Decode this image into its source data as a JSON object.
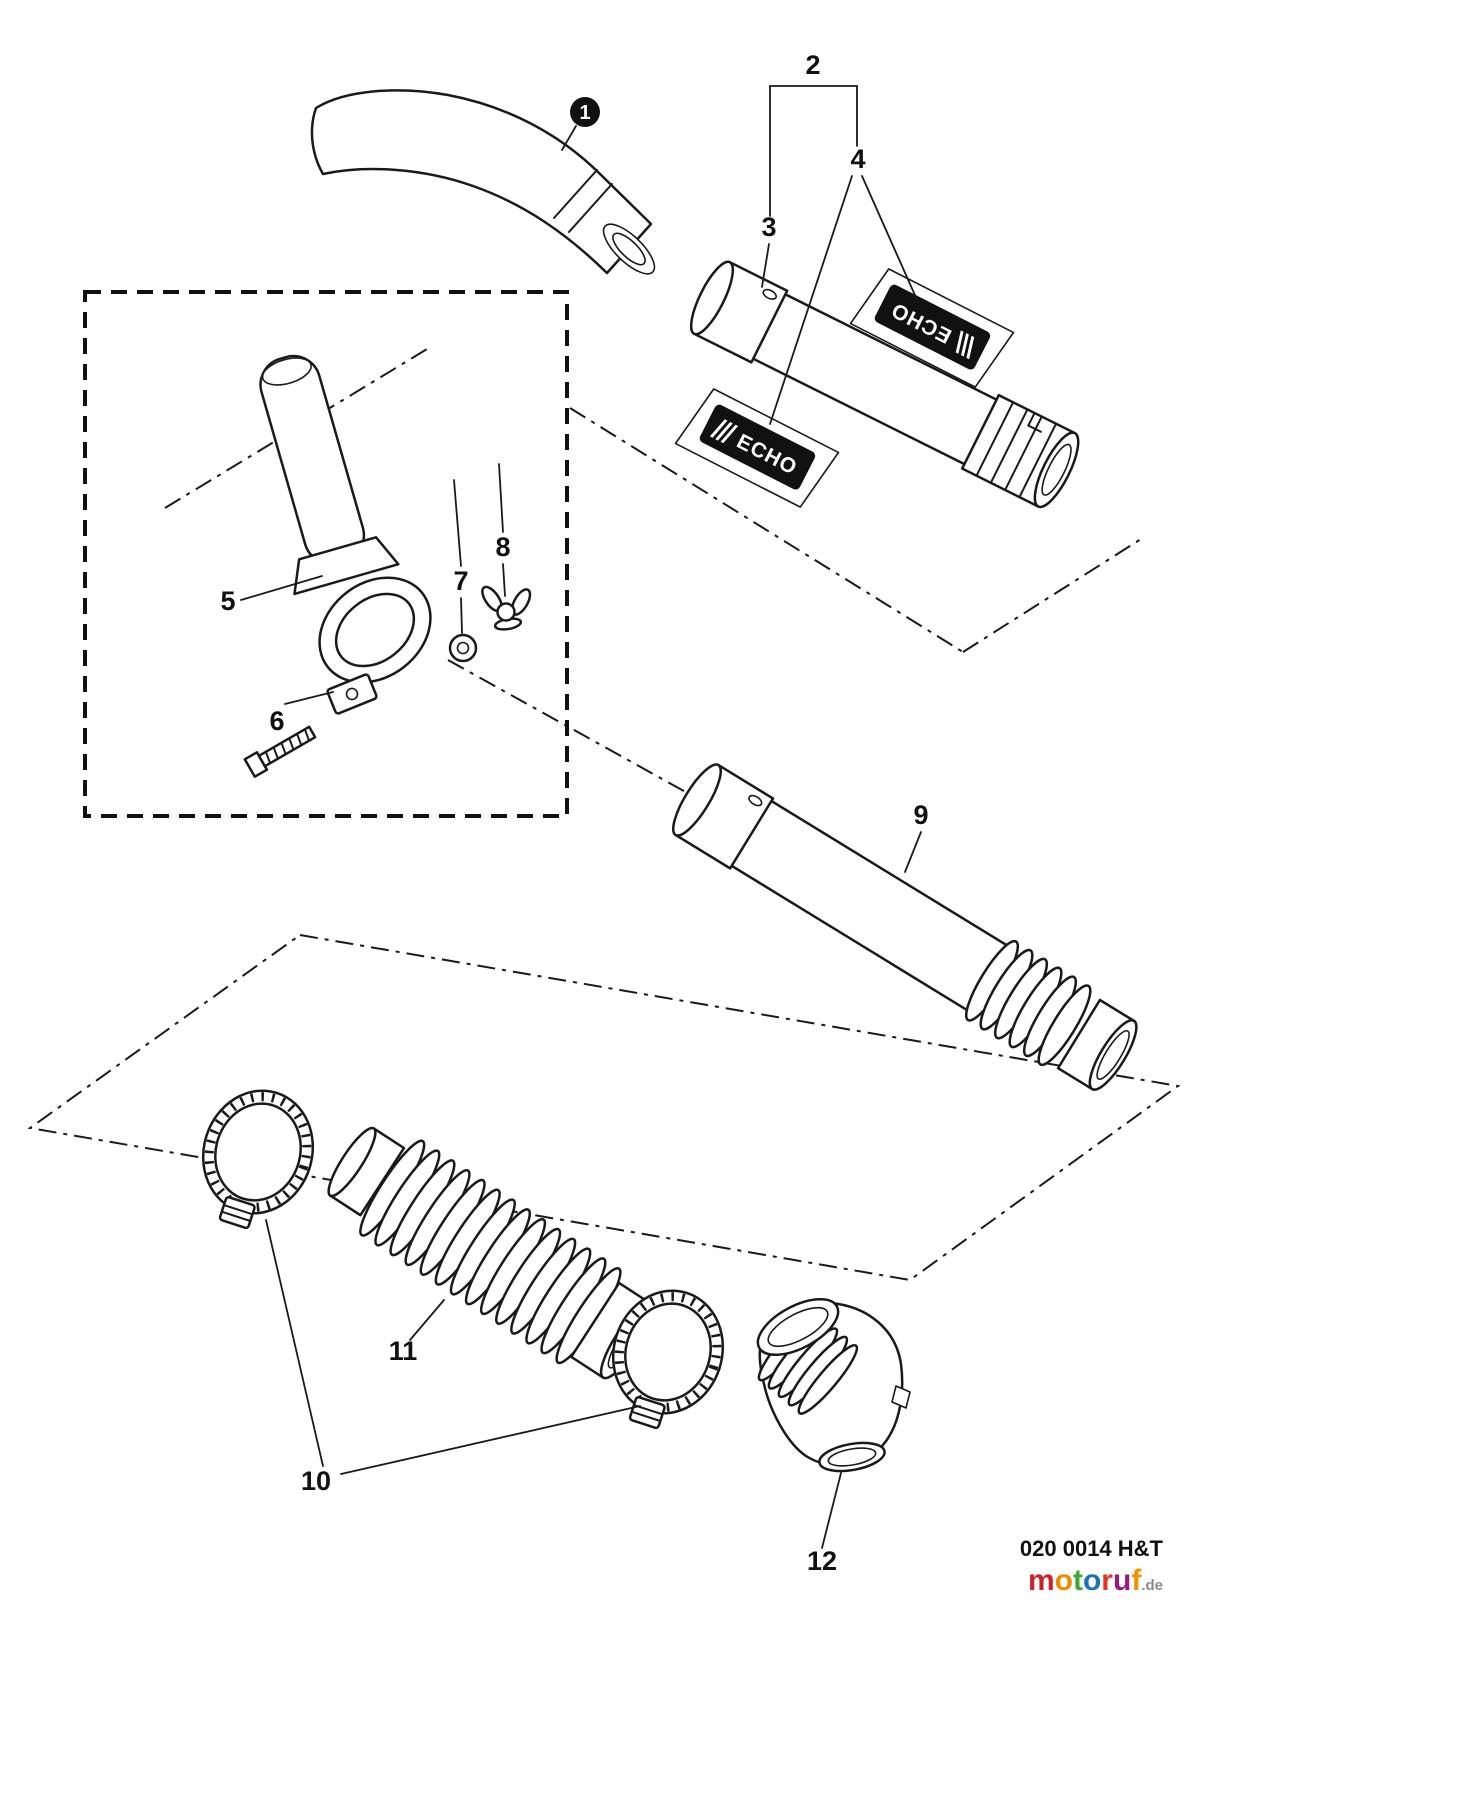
{
  "page": {
    "background": "#ffffff",
    "line_color": "#1a1a1a"
  },
  "callouts": {
    "c1": "1",
    "c2": "2",
    "c3": "3",
    "c4": "4",
    "c5": "5",
    "c6": "6",
    "c7": "7",
    "c8": "8",
    "c9": "9",
    "c10": "10",
    "c11": "11",
    "c12": "12"
  },
  "decal": {
    "brand": "ECHO"
  },
  "footer": {
    "part_code": "020 0014 H&T"
  },
  "watermark": {
    "letters": [
      {
        "ch": "m",
        "color": "#cc2229"
      },
      {
        "ch": "o",
        "color": "#f18a00"
      },
      {
        "ch": "t",
        "color": "#3aaa35"
      },
      {
        "ch": "o",
        "color": "#1d71b8"
      },
      {
        "ch": "r",
        "color": "#e6332a"
      },
      {
        "ch": "u",
        "color": "#951b81"
      },
      {
        "ch": "f",
        "color": "#f39200"
      }
    ],
    "tld": ".de",
    "tld_color": "#8a8a8a"
  }
}
